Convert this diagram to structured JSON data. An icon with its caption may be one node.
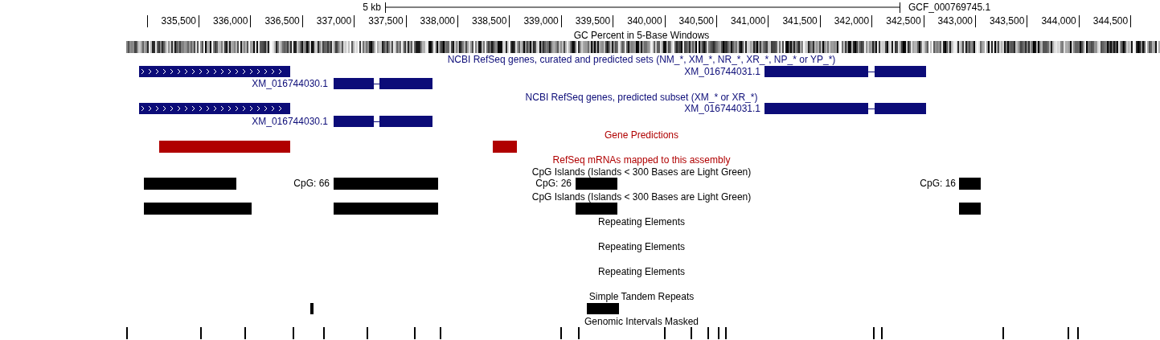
{
  "diagram": {
    "labels": [
      "5 kb",
      "GCF_000769745.1",
      "335,500",
      "336,000",
      "336,500",
      "337,000",
      "337,500",
      "338,000",
      "338,500",
      "339,000",
      "339,500",
      "340,000",
      "340,500",
      "341,000",
      "341,500",
      "342,000",
      "342,500",
      "343,000",
      "343,500",
      "344,000",
      "344,500",
      "GC Percent in 5-Base Windows",
      "NCBI RefSeq genes, curated and predicted sets (NM_*, XM_*, NR_*, XR_*, NP_* or YP_*)",
      "XM_016744031.1",
      "XM_016744030.1",
      "NCBI RefSeq genes, predicted subset (XM_* or XR_*)",
      "XM_016744031.1",
      "XM_016744030.1",
      "Gene Predictions",
      "RefSeq mRNAs mapped to this assembly",
      "CpG Islands (Islands < 300 Bases are Light Green)",
      "CpG: 66",
      "CpG: 26",
      "CpG: 16",
      "CpG Islands (Islands < 300 Bases are Light Green)",
      "Repeating Elements",
      "Repeating Elements",
      "Repeating Elements",
      "Simple Tandem Repeats",
      "Genomic Intervals Masked"
    ]
  }
}
